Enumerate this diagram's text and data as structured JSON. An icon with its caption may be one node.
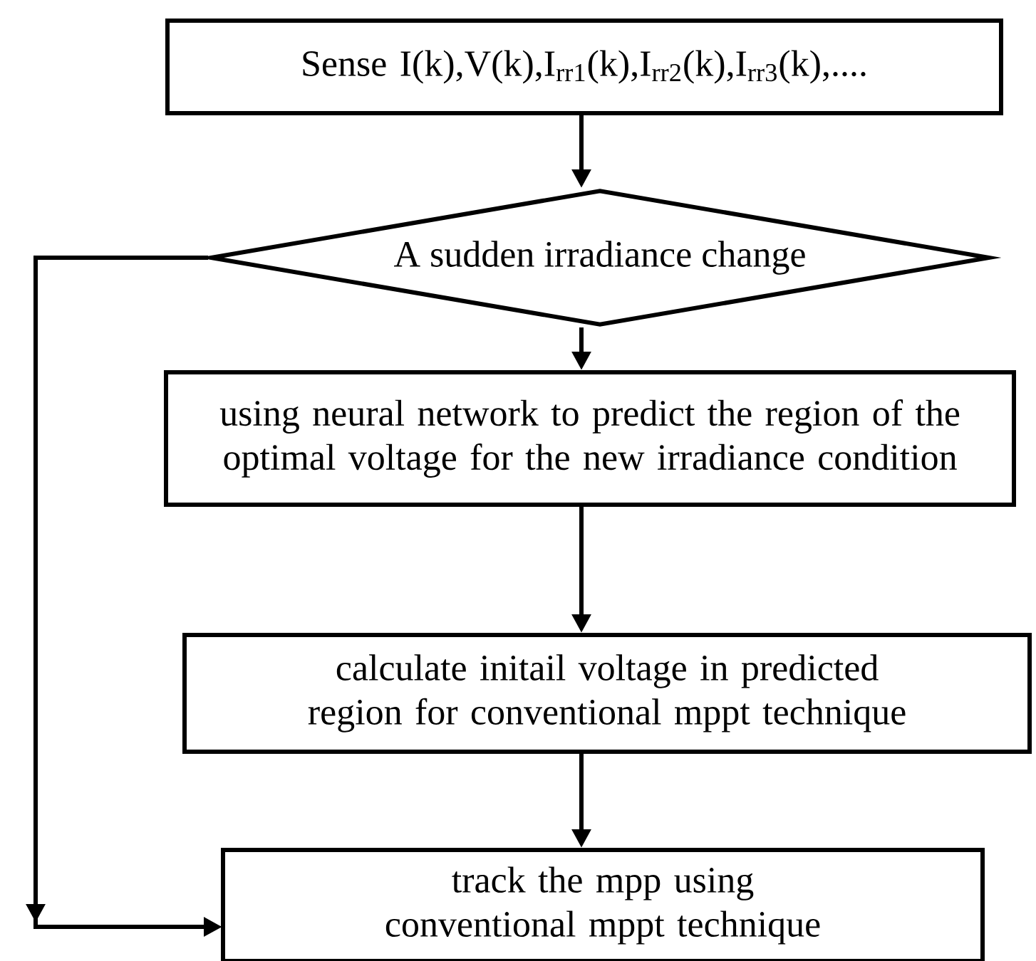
{
  "diagram": {
    "nodes": [
      {
        "text": [
          "Sense I(k),V(k),I$_{rr1}$(k),I$_{rr2}$(k),I$_{rr3}$(k),...."
        ]
      },
      {
        "text": [
          "A sudden irradiance change"
        ]
      },
      {
        "text": [
          "using neural network to predict the region of the optimal voltage for the new irradiance condition"
        ]
      },
      {
        "text": [
          "calculate initail voltage in predicted region for conventional mppt technique"
        ]
      },
      {
        "text": [
          "track the mpp using conventional mppt technique"
        ]
      }
    ],
    "edges": [
      {
        "from": 0,
        "to": 1,
        "arrow": "to"
      },
      {
        "from": 1,
        "to": 2,
        "arrow": "to"
      },
      {
        "from": 2,
        "to": 3,
        "arrow": "to"
      },
      {
        "from": 3,
        "to": 4,
        "arrow": "to"
      },
      {
        "from": 1,
        "to": 4,
        "arrow": "to"
      }
    ]
  }
}
